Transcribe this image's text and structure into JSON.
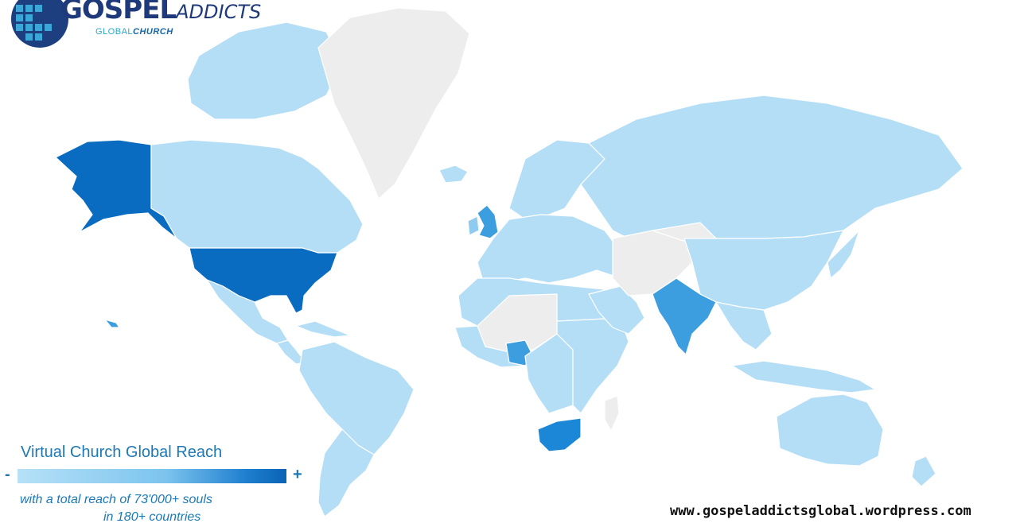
{
  "logo": {
    "word_big": "GOSPEL",
    "word_small": "ADDICTS",
    "sub_plain": "GLOBAL",
    "sub_bold": "CHURCH"
  },
  "legend": {
    "title": "Virtual Church Global Reach",
    "min_symbol": "-",
    "max_symbol": "+",
    "line1": "with a total reach of 73'000+ souls",
    "line2": "in 180+ countries"
  },
  "website": "www.gospeladdictsglobal.wordpress.com",
  "colors": {
    "no_data": "#ededed",
    "level_1": "#b4def6",
    "level_2": "#8fcbef",
    "level_3": "#3c9ddf",
    "level_4": "#1c87d6",
    "level_5": "#0a6cc0"
  },
  "regions": [
    {
      "name": "alaska",
      "level": 5
    },
    {
      "name": "canada",
      "level": 1
    },
    {
      "name": "canadian-arctic-islands",
      "level": 1
    },
    {
      "name": "greenland",
      "level": 0
    },
    {
      "name": "iceland",
      "level": 1
    },
    {
      "name": "usa",
      "level": 5
    },
    {
      "name": "hawaii",
      "level": 3
    },
    {
      "name": "mexico",
      "level": 1
    },
    {
      "name": "central-america",
      "level": 1
    },
    {
      "name": "caribbean",
      "level": 1
    },
    {
      "name": "south-america",
      "level": 1
    },
    {
      "name": "south-america-south",
      "level": 1
    },
    {
      "name": "uk",
      "level": 3
    },
    {
      "name": "ireland",
      "level": 2
    },
    {
      "name": "scandinavia",
      "level": 1
    },
    {
      "name": "europe",
      "level": 1
    },
    {
      "name": "russia",
      "level": 1
    },
    {
      "name": "north-africa",
      "level": 1
    },
    {
      "name": "sahara",
      "level": 0
    },
    {
      "name": "west-africa",
      "level": 1
    },
    {
      "name": "nigeria",
      "level": 3
    },
    {
      "name": "central-africa",
      "level": 1
    },
    {
      "name": "east-africa",
      "level": 1
    },
    {
      "name": "south-africa",
      "level": 4
    },
    {
      "name": "madagascar",
      "level": 0
    },
    {
      "name": "arabia",
      "level": 1
    },
    {
      "name": "iran-afghanistan",
      "level": 0
    },
    {
      "name": "central-asia",
      "level": 0
    },
    {
      "name": "india",
      "level": 3
    },
    {
      "name": "china",
      "level": 1
    },
    {
      "name": "southeast-asia",
      "level": 1
    },
    {
      "name": "japan",
      "level": 1
    },
    {
      "name": "indonesia",
      "level": 1
    },
    {
      "name": "australia",
      "level": 1
    },
    {
      "name": "new-zealand",
      "level": 1
    }
  ]
}
